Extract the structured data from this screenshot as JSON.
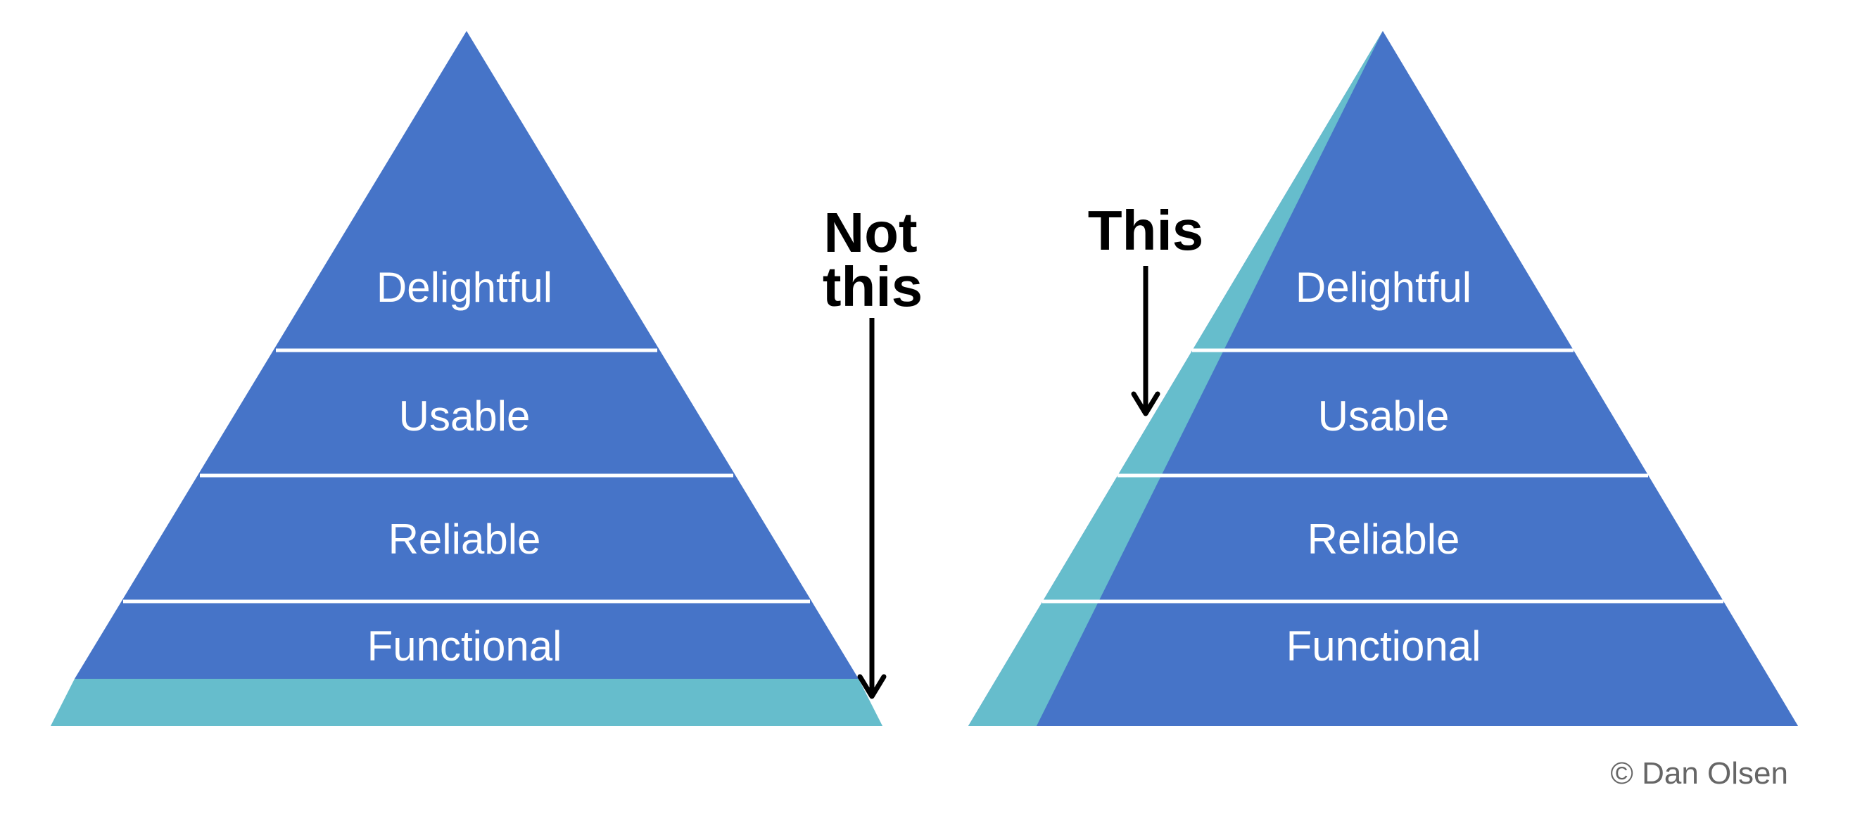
{
  "colors": {
    "pyramid_blue": "#4674c8",
    "mvp_teal": "#66bdcc",
    "divider": "#ffffff",
    "label_text": "#ffffff",
    "callout_text": "#000000",
    "credit_text": "#666666"
  },
  "left_pyramid": {
    "layers": [
      "Delightful",
      "Usable",
      "Reliable",
      "Functional"
    ],
    "callout_line1": "Not",
    "callout_line2": "this"
  },
  "right_pyramid": {
    "layers": [
      "Delightful",
      "Usable",
      "Reliable",
      "Functional"
    ],
    "callout": "This"
  },
  "credit": "© Dan Olsen"
}
